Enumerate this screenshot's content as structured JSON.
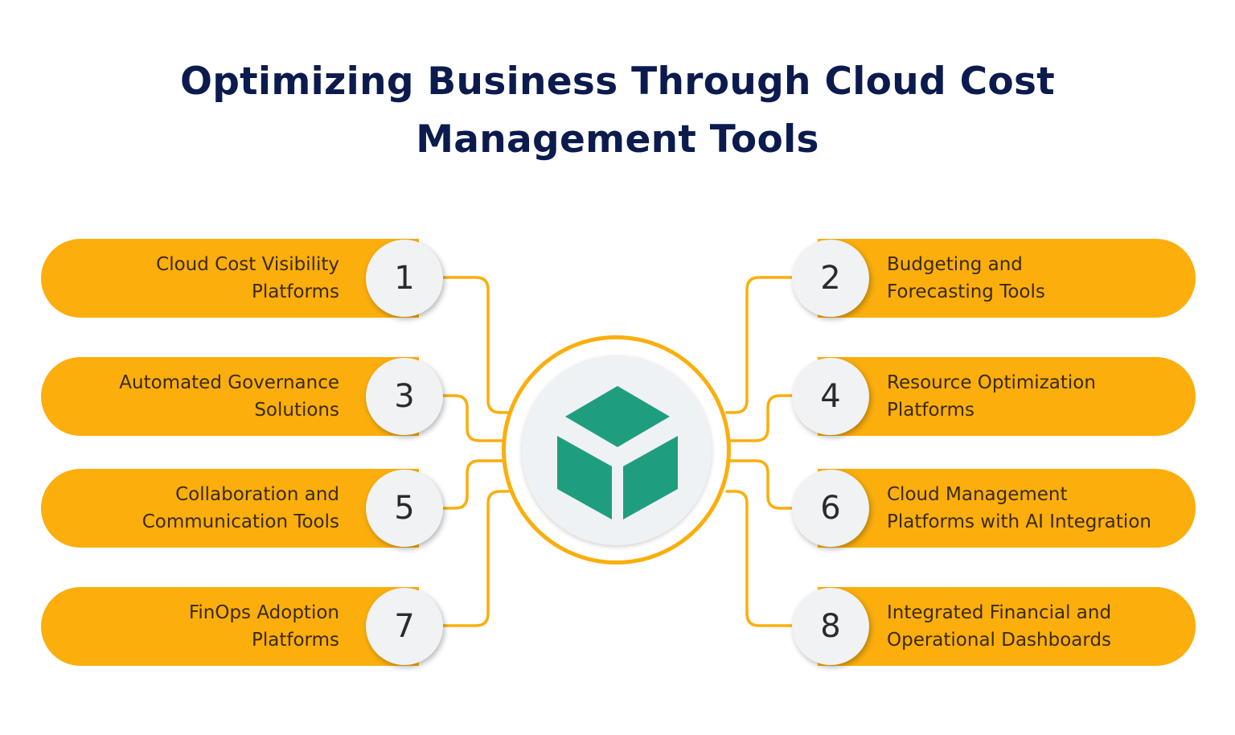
{
  "title": {
    "line1": "Optimizing Business Through Cloud Cost",
    "line2": "Management Tools"
  },
  "center_icon": "cube-icon",
  "colors": {
    "accent": "#fbae0c",
    "title": "#0c1b4d",
    "cube": "#1f9e7f",
    "badge": "#f0f2f4"
  },
  "items": [
    {
      "number": "1",
      "line1": "Cloud Cost Visibility",
      "line2": "Platforms"
    },
    {
      "number": "2",
      "line1": "Budgeting and",
      "line2": "Forecasting Tools"
    },
    {
      "number": "3",
      "line1": "Automated Governance",
      "line2": "Solutions"
    },
    {
      "number": "4",
      "line1": "Resource Optimization",
      "line2": "Platforms"
    },
    {
      "number": "5",
      "line1": "Collaboration and",
      "line2": "Communication Tools"
    },
    {
      "number": "6",
      "line1": "Cloud Management",
      "line2": "Platforms with AI Integration"
    },
    {
      "number": "7",
      "line1": "FinOps Adoption",
      "line2": "Platforms"
    },
    {
      "number": "8",
      "line1": "Integrated Financial and",
      "line2": "Operational Dashboards"
    }
  ]
}
